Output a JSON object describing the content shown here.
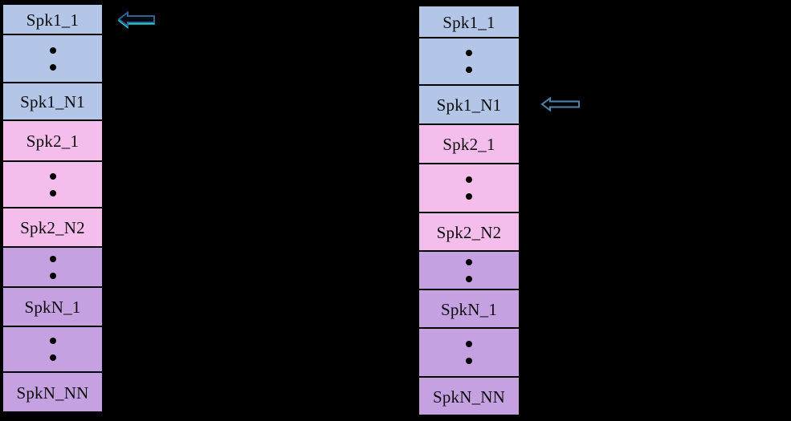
{
  "colors": {
    "background": "#000000",
    "box-border": "#000000",
    "text": "#0b0b0b",
    "dot": "#000000",
    "spk1-fill": "#b3c6e7",
    "spk2-fill": "#f5bdec",
    "spkN-fill": "#c6a1e2",
    "arrow-left-stroke": "#2f6496",
    "arrow-left-accent": "#1fe0e0",
    "arrow-right-stroke": "#4d82ab",
    "arrow-fill": "#000000"
  },
  "columns": [
    {
      "name": "left-speaker-stack",
      "cells": [
        {
          "type": "label",
          "text": "Spk1_1",
          "group": "spk1"
        },
        {
          "type": "dots",
          "group": "spk1"
        },
        {
          "type": "label",
          "text": "Spk1_N1",
          "group": "spk1"
        },
        {
          "type": "label",
          "text": "Spk2_1",
          "group": "spk2"
        },
        {
          "type": "dots",
          "group": "spk2"
        },
        {
          "type": "label",
          "text": "Spk2_N2",
          "group": "spk2"
        },
        {
          "type": "dots",
          "group": "spkN"
        },
        {
          "type": "label",
          "text": "SpkN_1",
          "group": "spkN"
        },
        {
          "type": "dots",
          "group": "spkN"
        },
        {
          "type": "label",
          "text": "SpkN_NN",
          "group": "spkN"
        }
      ]
    },
    {
      "name": "right-speaker-stack",
      "cells": [
        {
          "type": "label",
          "text": "Spk1_1",
          "group": "spk1"
        },
        {
          "type": "dots",
          "group": "spk1"
        },
        {
          "type": "label",
          "text": "Spk1_N1",
          "group": "spk1"
        },
        {
          "type": "label",
          "text": "Spk2_1",
          "group": "spk2"
        },
        {
          "type": "dots",
          "group": "spk2"
        },
        {
          "type": "label",
          "text": "Spk2_N2",
          "group": "spk2"
        },
        {
          "type": "dots",
          "group": "spkN"
        },
        {
          "type": "label",
          "text": "SpkN_1",
          "group": "spkN"
        },
        {
          "type": "dots",
          "group": "spkN"
        },
        {
          "type": "label",
          "text": "SpkN_NN",
          "group": "spkN"
        }
      ]
    }
  ],
  "arrows": [
    {
      "name": "arrow-to-left-stack-top",
      "direction": "left",
      "target_label": "Spk1_1"
    },
    {
      "name": "arrow-to-right-stack-spk1-n1",
      "direction": "left",
      "target_label": "Spk1_N1"
    }
  ]
}
